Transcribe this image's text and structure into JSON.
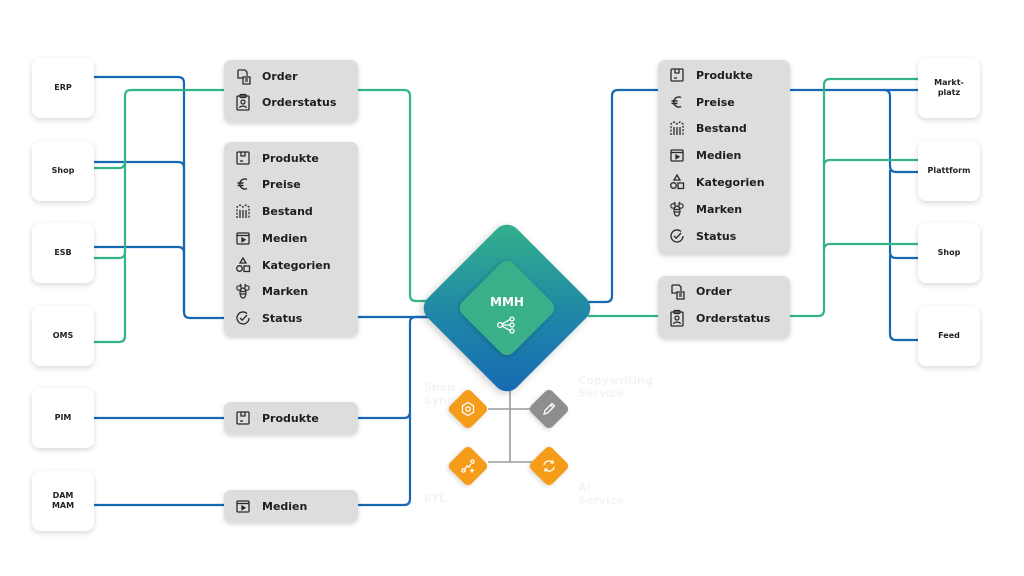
{
  "hub": {
    "label": "MMH"
  },
  "colors": {
    "blue": "#1668b3",
    "green": "#34b487",
    "orange": "#f59c1a",
    "grey": "#8e8e8e",
    "panel": "#dddddd"
  },
  "left_systems": [
    "ERP",
    "Shop",
    "ESB",
    "OMS",
    "PIM",
    "DAM\nMAM"
  ],
  "right_systems": [
    "Markt-\nplatz",
    "Plattform",
    "Shop",
    "Feed"
  ],
  "left_panels": {
    "order": [
      {
        "icon": "order-icon",
        "label": "Order"
      },
      {
        "icon": "clipboard-icon",
        "label": "Orderstatus"
      }
    ],
    "product": [
      {
        "icon": "box-icon",
        "label": "Produkte"
      },
      {
        "icon": "euro-icon",
        "label": "Preise"
      },
      {
        "icon": "stock-icon",
        "label": "Bestand"
      },
      {
        "icon": "media-icon",
        "label": "Medien"
      },
      {
        "icon": "shapes-icon",
        "label": "Kategorien"
      },
      {
        "icon": "bee-icon",
        "label": "Marken"
      },
      {
        "icon": "status-check-icon",
        "label": "Status"
      }
    ],
    "pim": [
      {
        "icon": "box-icon",
        "label": "Produkte"
      }
    ],
    "media": [
      {
        "icon": "media-icon",
        "label": "Medien"
      }
    ]
  },
  "right_panels": {
    "product": [
      {
        "icon": "box-icon",
        "label": "Produkte"
      },
      {
        "icon": "euro-icon",
        "label": "Preise"
      },
      {
        "icon": "stock-icon",
        "label": "Bestand"
      },
      {
        "icon": "media-icon",
        "label": "Medien"
      },
      {
        "icon": "shapes-icon",
        "label": "Kategorien"
      },
      {
        "icon": "bee-icon",
        "label": "Marken"
      },
      {
        "icon": "status-check-icon",
        "label": "Status"
      }
    ],
    "order": [
      {
        "icon": "order-icon",
        "label": "Order"
      },
      {
        "icon": "clipboard-icon",
        "label": "Orderstatus"
      }
    ]
  },
  "services": [
    {
      "name": "top-left",
      "label": "Shop\nSync",
      "color": "orange",
      "icon": "gear-hex-icon"
    },
    {
      "name": "top-right",
      "label": "Copywriting\nService",
      "color": "grey",
      "icon": "pen-icon"
    },
    {
      "name": "bottom-left",
      "label": "ETL",
      "color": "orange",
      "icon": "path-icon"
    },
    {
      "name": "bottom-right",
      "label": "AI\nService",
      "color": "orange",
      "icon": "sync-arrows-icon"
    }
  ]
}
